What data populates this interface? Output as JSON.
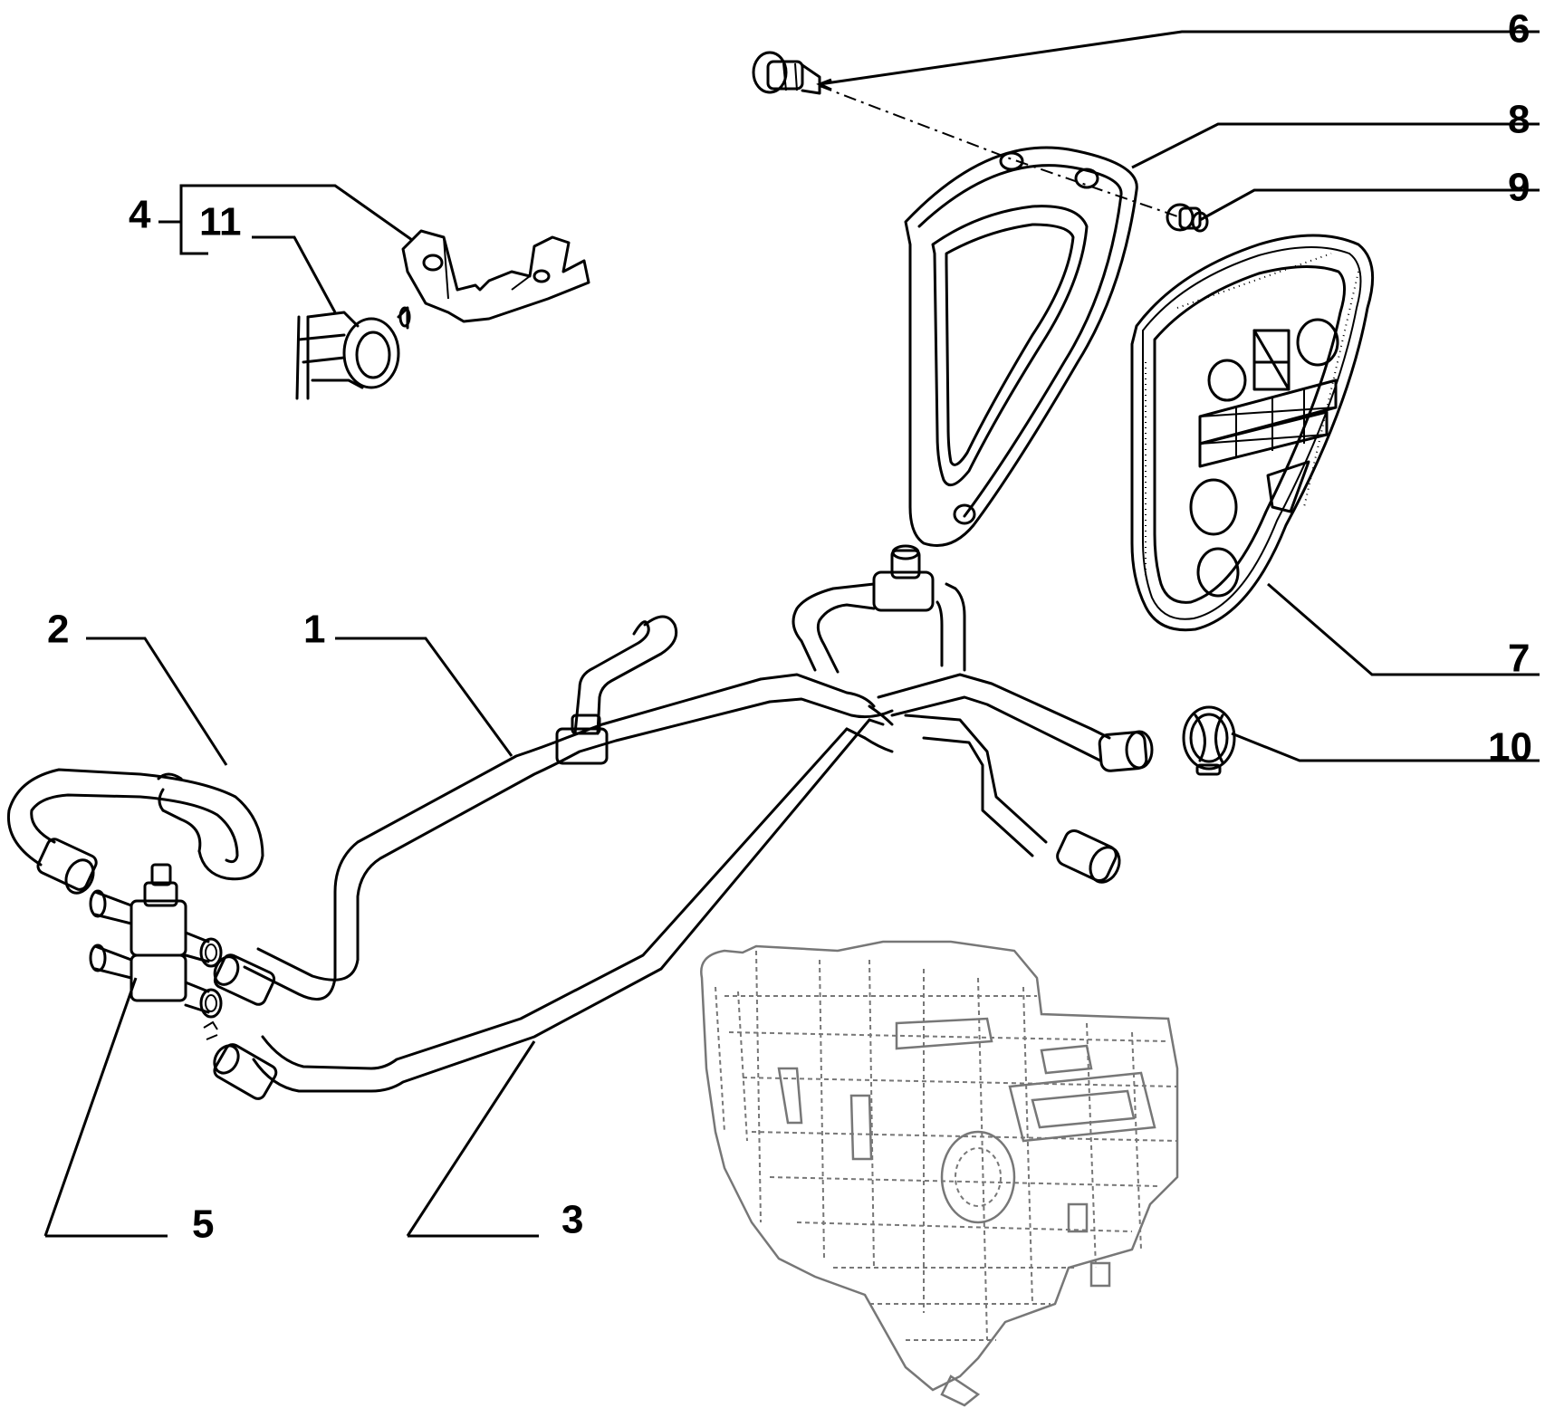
{
  "diagram": {
    "labels": [
      {
        "id": "1",
        "text": "1"
      },
      {
        "id": "2",
        "text": "2"
      },
      {
        "id": "3",
        "text": "3"
      },
      {
        "id": "4",
        "text": "4"
      },
      {
        "id": "5",
        "text": "5"
      },
      {
        "id": "6",
        "text": "6"
      },
      {
        "id": "7",
        "text": "7"
      },
      {
        "id": "8",
        "text": "8"
      },
      {
        "id": "9",
        "text": "9"
      },
      {
        "id": "10",
        "text": "10"
      },
      {
        "id": "11",
        "text": "11"
      }
    ],
    "parts": [
      "valve-block",
      "hose-1",
      "hose-2",
      "hose-3",
      "pipe-branch",
      "bracket",
      "clamp",
      "gasket-plate",
      "cover-grille",
      "screw",
      "nut",
      "hose-clip",
      "heater-unit"
    ],
    "colors": {
      "ink": "#000000",
      "ghost": "#777777",
      "paper": "#ffffff"
    }
  }
}
